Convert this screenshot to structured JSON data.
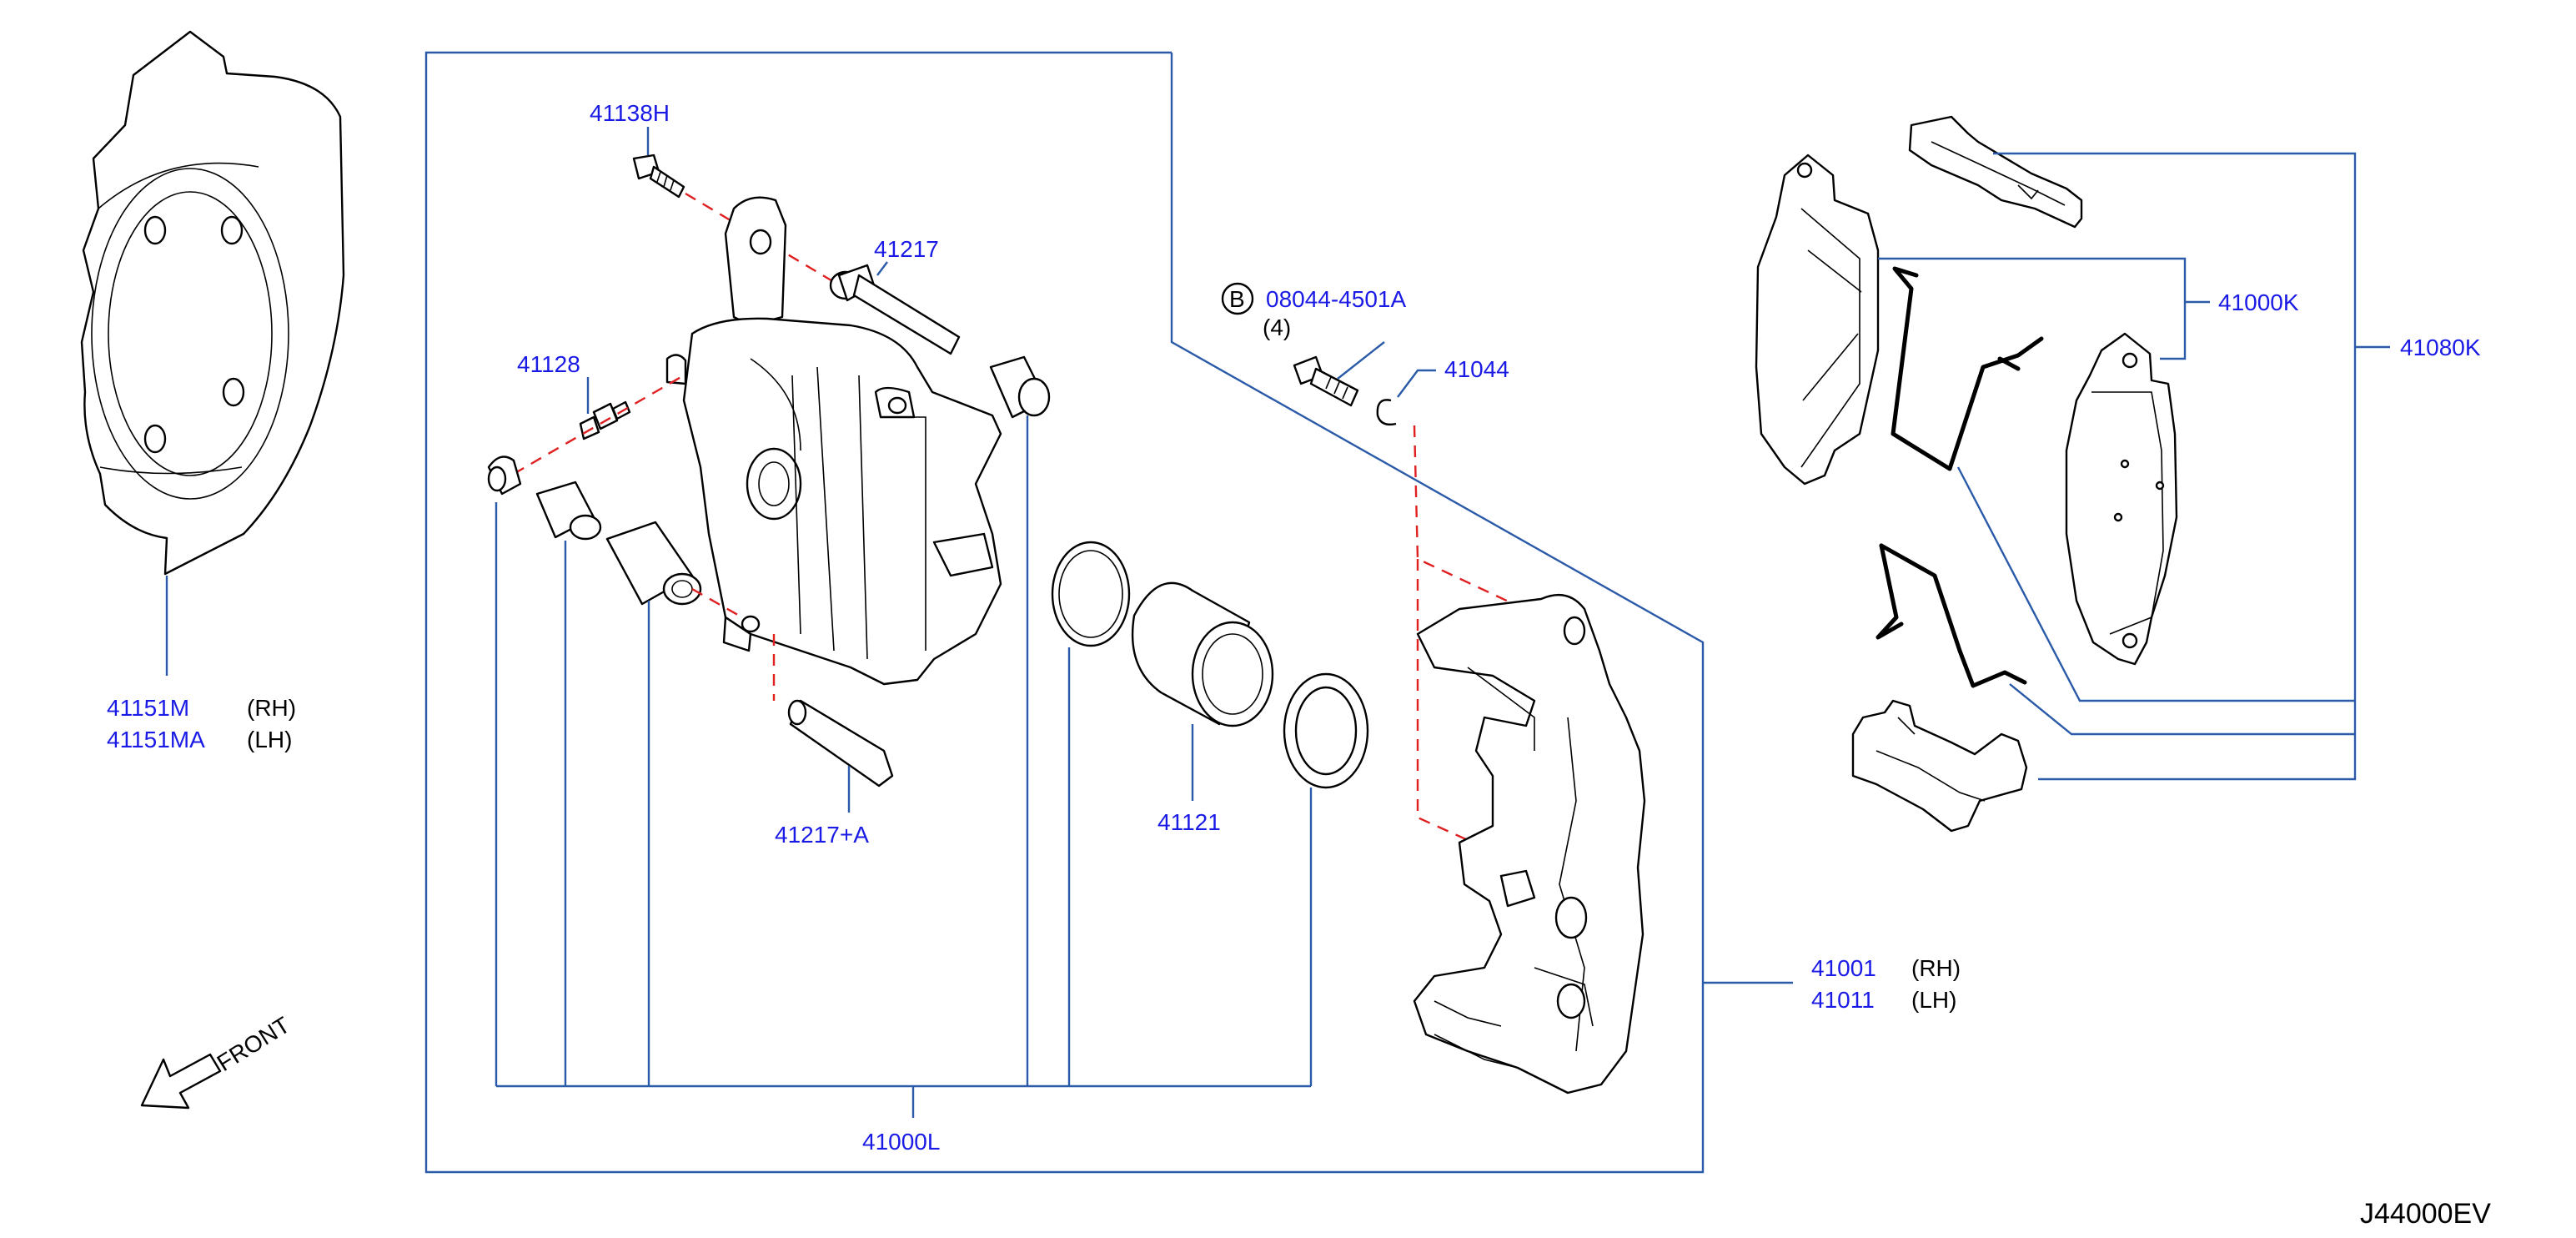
{
  "diagram_ref": "J44000EV",
  "front_label": "FRONT",
  "colors": {
    "part_number": "#1a1ae6",
    "leader_line": "#2a5aa8",
    "dashed_line": "#e02020"
  },
  "parts": {
    "bolt_41138h": "41138H",
    "pin_41217": "41217",
    "bleeder_41128": "41128",
    "pin_41217a": "41217+A",
    "piston_41121": "41121",
    "bolt_08044": "08044-4501A",
    "bolt_08044_badge": "B",
    "bolt_08044_qty": "(4)",
    "washer_41044": "41044",
    "caliper_kit_41000l": "41000L",
    "bracket_rh": "41001",
    "bracket_rh_side": "(RH)",
    "bracket_lh": "41011",
    "bracket_lh_side": "(LH)",
    "shield_rh": "41151M",
    "shield_rh_side": "(RH)",
    "shield_lh": "41151MA",
    "shield_lh_side": "(LH)",
    "pad_kit_41000k": "41000K",
    "hardware_kit_41080k": "41080K"
  }
}
